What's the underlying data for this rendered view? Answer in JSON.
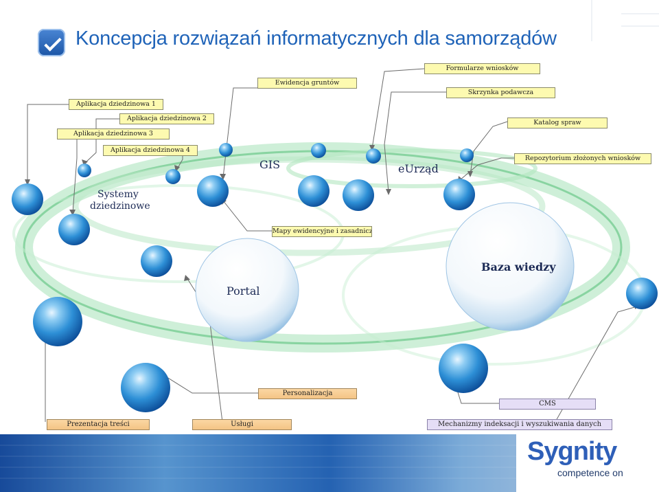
{
  "title": "Koncepcja rozwiązań informatycznych dla samorządów",
  "labels": {
    "app1": "Aplikacja dziedzinowa 1",
    "app2": "Aplikacja dziedzinowa 2",
    "app3": "Aplikacja dziedzinowa 3",
    "app4": "Aplikacja dziedzinowa 4",
    "land": "Ewidencja gruntów",
    "forms": "Formularze wniosków",
    "inbox": "Skrzynka podawcza",
    "catalog": "Katalog spraw",
    "repo": "Repozytorium złożonych wniosków",
    "maps": "Mapy ewidencyjne i zasadnicze",
    "personal": "Personalizacja",
    "cms": "CMS",
    "content": "Prezentacja treści",
    "services": "Usługi",
    "index": "Mechanizmy indeksacji i wyszukiwania danych"
  },
  "nodes": {
    "gis": "GIS",
    "eurzad": "eUrząd",
    "systems_l1": "Systemy",
    "systems_l2": "dziedzinowe",
    "portal": "Portal",
    "knowledge": "Baza wiedzy"
  },
  "brand": {
    "name": "Sygnity",
    "tagline": "competence on"
  },
  "colors": {
    "title": "#1f63b8",
    "label_yellow": "#fdfab0",
    "label_orange": "#fcd9a8",
    "label_violet": "#e5def6",
    "sphere_blue": "#2d8fd6",
    "ring_green": "#8fd8a8",
    "brand_blue": "#2e5fb8"
  }
}
